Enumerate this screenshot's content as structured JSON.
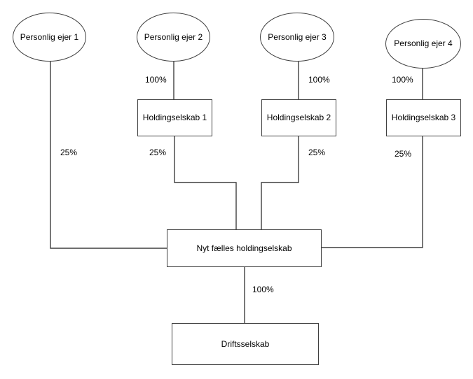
{
  "diagram": {
    "background_color": "#ffffff",
    "stroke_color": "#3f3f3f",
    "text_color": "#000000",
    "nodes": {
      "owner1": {
        "label": "Personlig ejer 1",
        "shape": "ellipse"
      },
      "owner2": {
        "label": "Personlig ejer 2",
        "shape": "ellipse"
      },
      "owner3": {
        "label": "Personlig ejer 3",
        "shape": "ellipse"
      },
      "owner4": {
        "label": "Personlig ejer 4",
        "shape": "ellipse"
      },
      "holding1": {
        "label": "Holdingselskab 1",
        "shape": "rectangle"
      },
      "holding2": {
        "label": "Holdingselskab 2",
        "shape": "rectangle"
      },
      "holding3": {
        "label": "Holdingselskab 3",
        "shape": "rectangle"
      },
      "joint": {
        "label": "Nyt fælles holdingselskab",
        "shape": "rectangle"
      },
      "operating": {
        "label": "Driftsselskab",
        "shape": "rectangle"
      }
    },
    "edges": {
      "owner2_holding1": {
        "from": "owner2",
        "to": "holding1",
        "label": "100%"
      },
      "owner3_holding2": {
        "from": "owner3",
        "to": "holding2",
        "label": "100%"
      },
      "owner4_holding3": {
        "from": "owner4",
        "to": "holding3",
        "label": "100%"
      },
      "owner1_joint": {
        "from": "owner1",
        "to": "joint",
        "label": "25%"
      },
      "holding1_joint": {
        "from": "holding1",
        "to": "joint",
        "label": "25%"
      },
      "holding2_joint": {
        "from": "holding2",
        "to": "joint",
        "label": "25%"
      },
      "holding3_joint": {
        "from": "holding3",
        "to": "joint",
        "label": "25%"
      },
      "joint_operating": {
        "from": "joint",
        "to": "operating",
        "label": "100%"
      }
    }
  }
}
